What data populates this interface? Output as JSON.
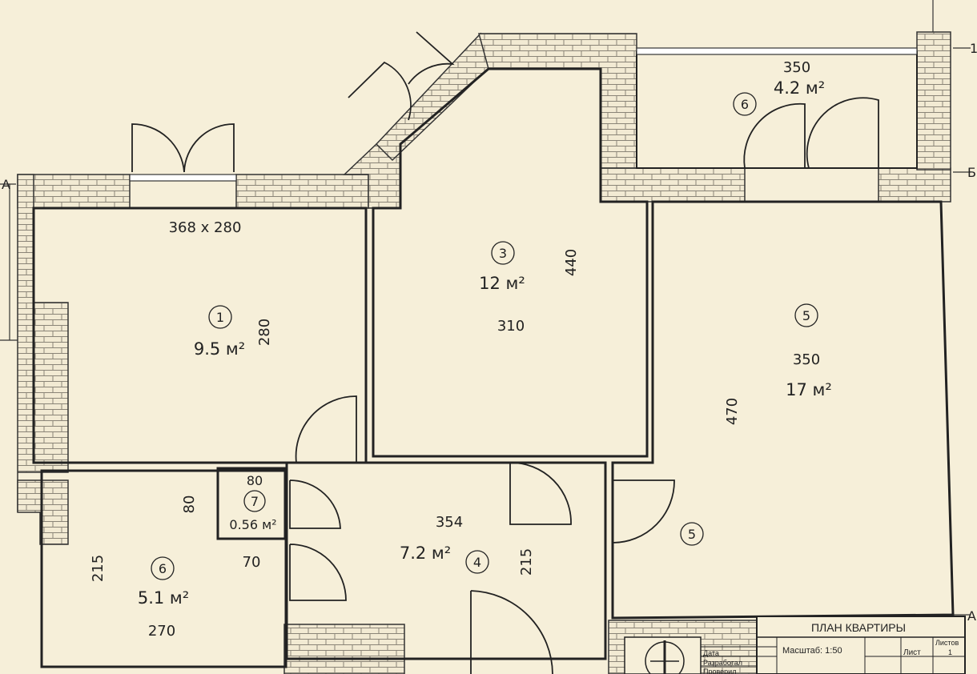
{
  "rooms": {
    "r1": {
      "num": "1",
      "area": "9.5 м²",
      "dim_top": "368 x 280",
      "dim_side": "280"
    },
    "r3": {
      "num": "3",
      "area": "12 м²",
      "dim_side": "440",
      "dim_bottom": "310"
    },
    "r5": {
      "num": "5",
      "area": "17 м²",
      "dim_top": "350",
      "dim_side": "470",
      "num_lower": "5"
    },
    "r6_balcony": {
      "num": "6",
      "area": "4.2 м²",
      "dim_top": "350"
    },
    "r4": {
      "num": "4",
      "area": "7.2 м²",
      "dim_top": "354",
      "dim_side": "215"
    },
    "r6": {
      "num": "6",
      "area": "5.1 м²",
      "dim_top": "80",
      "dim_side": "215",
      "dim_bottom": "270",
      "dim_right": "70"
    },
    "r7": {
      "num": "7",
      "area": "0.56 м²",
      "dim_top": "80"
    }
  },
  "axes": {
    "a_left": "A",
    "a_right": "A",
    "b_right": "Б",
    "one_right": "1"
  },
  "title_block": {
    "title": "ПЛАН КВАРТИРЫ",
    "scale": "Масштаб: 1:50",
    "sheet_label": "Лист",
    "sheets_label": "Листов",
    "sheets_value": "1",
    "rows": [
      "Дата",
      "Разработал",
      "Проверил"
    ]
  }
}
